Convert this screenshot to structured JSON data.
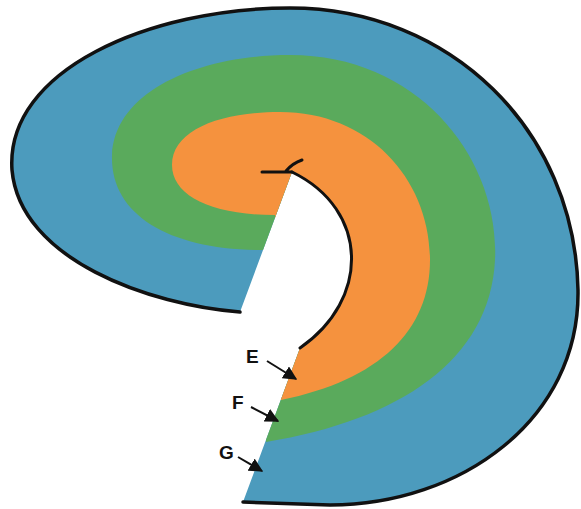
{
  "diagram": {
    "labels": [
      "E",
      "F",
      "G"
    ]
  }
}
